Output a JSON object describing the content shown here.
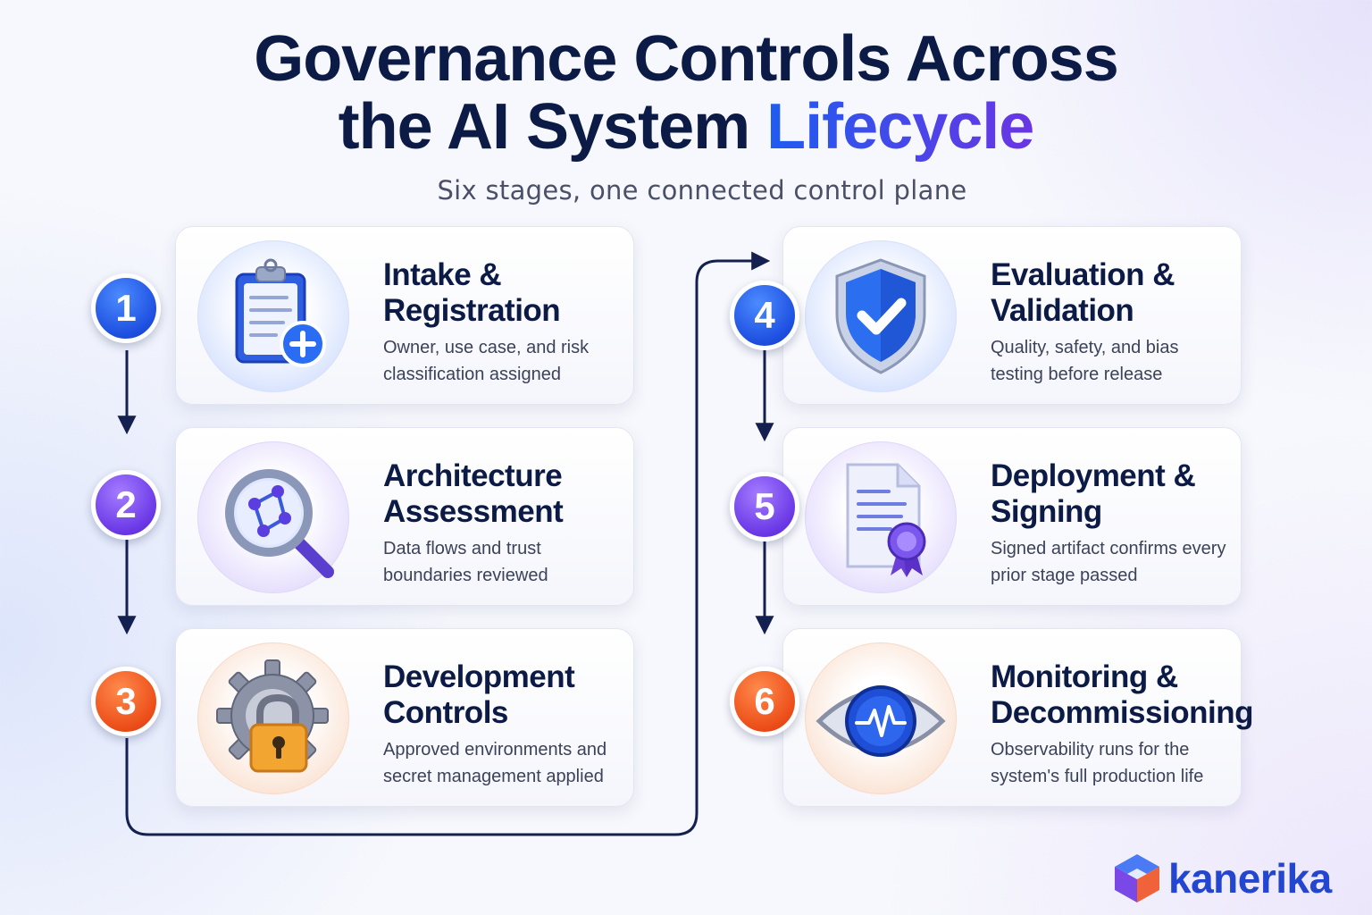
{
  "header": {
    "title_line1": "Governance Controls Across",
    "title_line2_prefix": "the AI System ",
    "title_line2_accent": "Lifecycle",
    "subtitle": "Six stages, one connected control plane"
  },
  "stages": [
    {
      "number": "1",
      "title": "Intake & Registration",
      "description": "Owner, use case, and risk classification assigned",
      "icon": "clipboard-add-icon",
      "color": "#1d4fe0"
    },
    {
      "number": "2",
      "title": "Architecture Assessment",
      "description": "Data flows and trust boundaries reviewed",
      "icon": "magnifier-network-icon",
      "color": "#6a38e6"
    },
    {
      "number": "3",
      "title": "Development Controls",
      "description": "Approved environments and secret management applied",
      "icon": "gear-lock-icon",
      "color": "#ec4d18"
    },
    {
      "number": "4",
      "title": "Evaluation & Validation",
      "description": "Quality, safety, and bias testing before release",
      "icon": "shield-check-icon",
      "color": "#1d4fe0"
    },
    {
      "number": "5",
      "title": "Deployment & Signing",
      "description": "Signed artifact confirms every prior stage passed",
      "icon": "document-seal-icon",
      "color": "#6a38e6"
    },
    {
      "number": "6",
      "title": "Monitoring & Decommissioning",
      "description": "Observability runs for the system's full production life",
      "icon": "eye-pulse-icon",
      "color": "#ec4d18"
    }
  ],
  "brand": {
    "name": "kanerika",
    "icon": "cube-logo-icon"
  }
}
